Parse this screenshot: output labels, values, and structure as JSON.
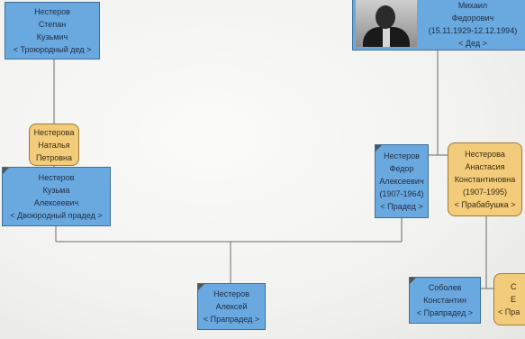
{
  "cards": {
    "stepan": {
      "lines": [
        "Нестеров",
        "Степан",
        "Кузьмич",
        "< Троюродный дед >"
      ]
    },
    "mikhail": {
      "lines": [
        "Михаил",
        "Федорович",
        "(15.11.1929-12.12.1994)",
        "< Дед >"
      ]
    },
    "natalya": {
      "lines": [
        "Нестерова",
        "Наталья",
        "Петровна"
      ]
    },
    "kuzma": {
      "lines": [
        "Нестеров",
        "Кузьма",
        "Алексеевич",
        "< Двоюродный прадед >"
      ]
    },
    "fedor": {
      "lines": [
        "Нестеров",
        "Федор",
        "Алексеевич",
        "(1907-1964)",
        "< Прадед >"
      ]
    },
    "anastasia": {
      "lines": [
        "Нестерова",
        "Анастасия",
        "Константиновна",
        "(1907-1995)",
        "< Прабабушка >"
      ]
    },
    "aleksey": {
      "lines": [
        "Нестеров",
        "Алексей",
        "< Прапрадед >"
      ]
    },
    "konstantin": {
      "lines": [
        "Соболев",
        "Константин",
        "< Прапрадед >"
      ]
    },
    "cut_female": {
      "lines": [
        "С",
        "Е",
        "< Пра"
      ]
    }
  },
  "colors": {
    "male": "#6aa8e0",
    "female": "#f2cc7a",
    "line": "#6a6a6a"
  }
}
